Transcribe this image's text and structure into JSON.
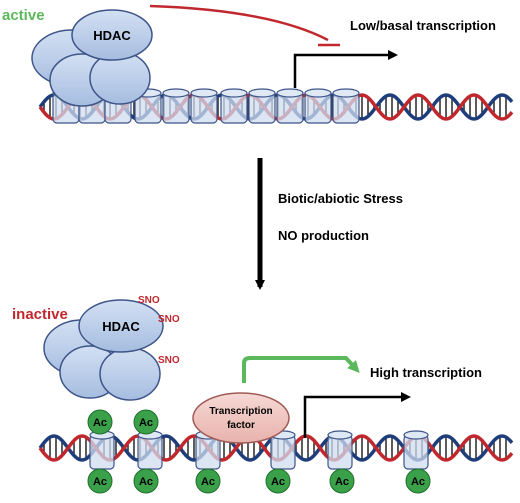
{
  "top": {
    "state_label": "active",
    "state_color": "#5cb85c",
    "enzyme_label": "HDAC",
    "transcription_label": "Low/basal transcription",
    "repression_color": "#c0282e"
  },
  "middle": {
    "stress_label": "Biotic/abiotic Stress",
    "no_label": "NO production"
  },
  "bottom": {
    "state_label": "inactive",
    "state_color": "#c0282e",
    "enzyme_label": "HDAC",
    "sno_labels": [
      "SNO",
      "SNO",
      "SNO"
    ],
    "tf_label_line1": "Transcription",
    "tf_label_line2": "factor",
    "transcription_label": "High transcription",
    "activation_color": "#5cb85c",
    "acetyl_label": "Ac",
    "acetyl_color": "#3aa04a"
  },
  "colors": {
    "protein_fill": "#b8cbe8",
    "protein_stroke": "#3d5588",
    "nucleosome_fill": "#cfdcef",
    "dna_red": "#c0282e",
    "dna_blue": "#1f3d7a",
    "tf_fill": "#f0c9c4",
    "tf_stroke": "#a05a55"
  }
}
